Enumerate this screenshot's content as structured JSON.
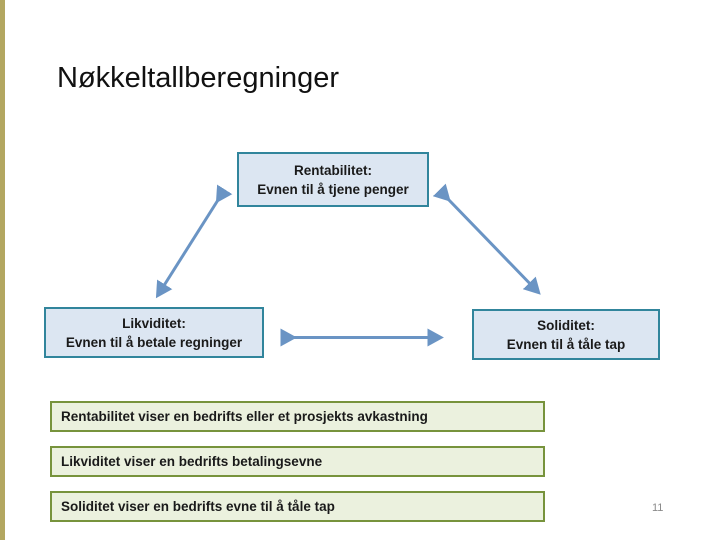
{
  "slide": {
    "title": "Nøkkeltallberegninger",
    "page_number": "11"
  },
  "diagram": {
    "nodes": [
      {
        "id": "rentabilitet",
        "title": "Rentabilitet:",
        "subtitle": "Evnen til å tjene penger"
      },
      {
        "id": "likviditet",
        "title": "Likviditet:",
        "subtitle": "Evnen til å betale regninger"
      },
      {
        "id": "soliditet",
        "title": "Soliditet:",
        "subtitle": "Evnen til å tåle tap"
      }
    ],
    "edges": [
      {
        "from": "rentabilitet",
        "to": "likviditet",
        "bidirectional": true
      },
      {
        "from": "rentabilitet",
        "to": "soliditet",
        "bidirectional": true
      },
      {
        "from": "likviditet",
        "to": "soliditet",
        "bidirectional": true
      }
    ]
  },
  "notes": [
    {
      "text": "Rentabilitet viser en bedrifts eller et prosjekts avkastning"
    },
    {
      "text": "Likviditet viser en bedrifts betalingsevne"
    },
    {
      "text": "Soliditet viser en bedrifts evne til å tåle tap"
    }
  ],
  "colors": {
    "node_fill": "#dce6f2",
    "node_border": "#31859c",
    "note_fill": "#ebf1de",
    "note_border": "#77933c",
    "arrow": "#6a94c4",
    "accent_stripe": "#b3a761",
    "page_number_color": "#8a8a8a"
  }
}
